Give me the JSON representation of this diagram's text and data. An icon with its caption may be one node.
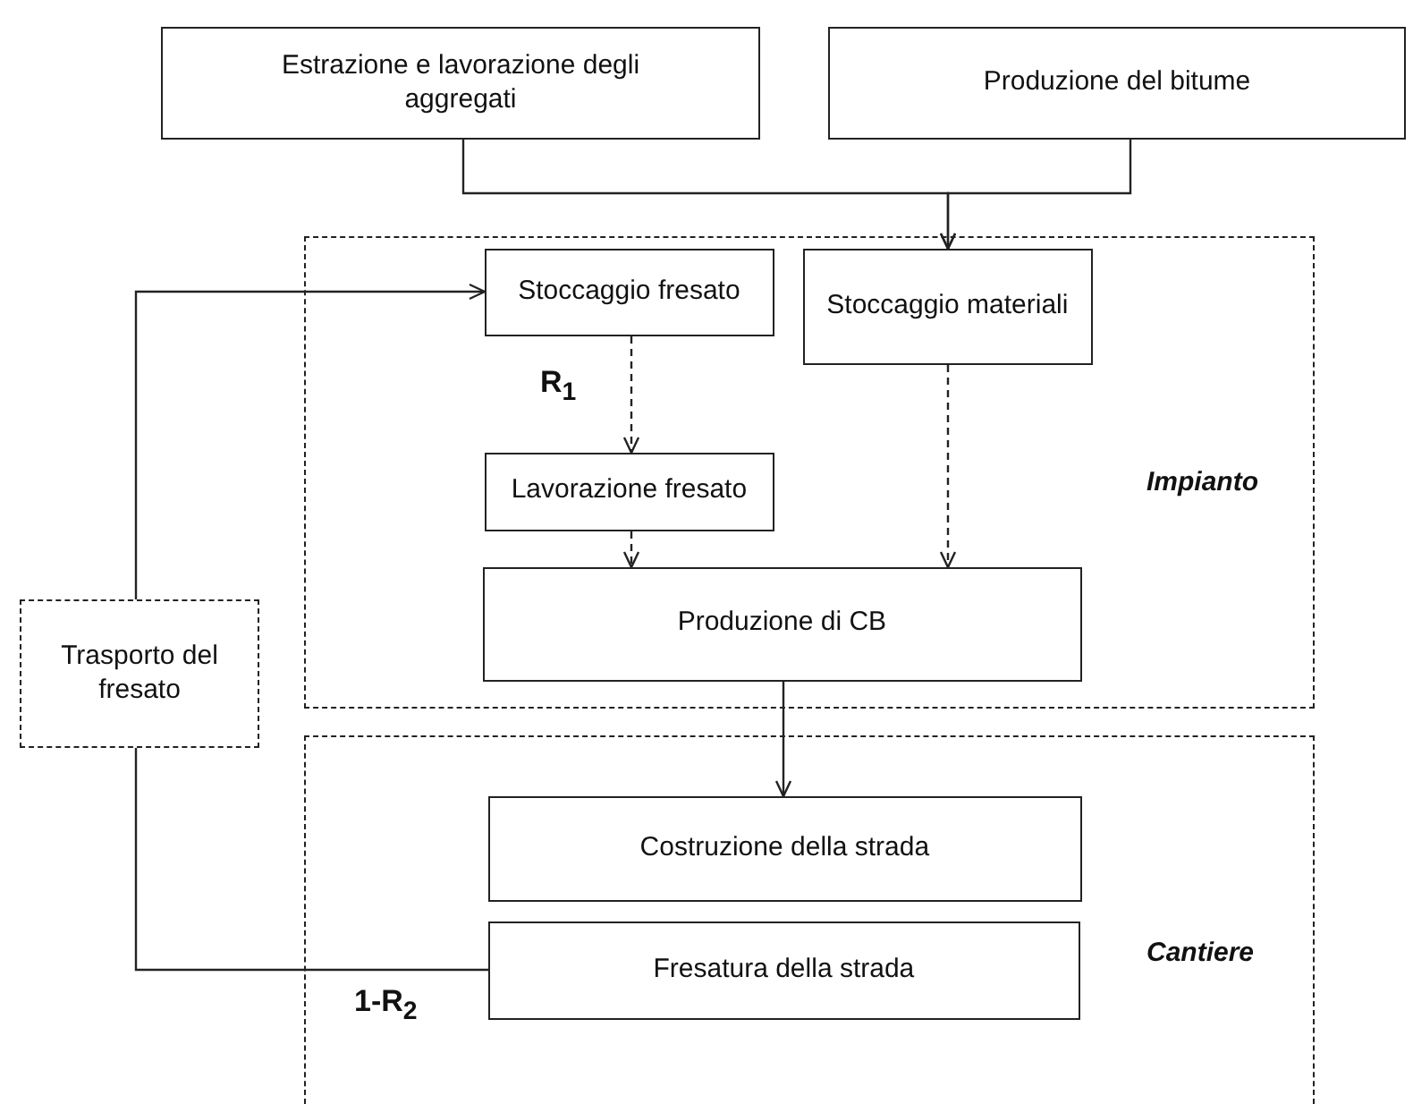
{
  "diagram": {
    "nodes": [
      {
        "text": [
          "Estrazione e lavorazione degli aggregati"
        ]
      },
      {
        "text": [
          "Produzione del bitume"
        ]
      },
      {
        "text": [
          "Impianto"
        ]
      },
      {
        "text": [
          "Stoccaggio fresato"
        ],
        "in": 2
      },
      {
        "text": [
          "Stoccaggio materiali"
        ],
        "in": 2
      },
      {
        "text": [
          "Lavorazione fresato"
        ],
        "in": 2
      },
      {
        "text": [
          "Produzione di CB"
        ],
        "in": 2
      },
      {
        "text": [
          "Cantiere"
        ]
      },
      {
        "text": [
          "Costruzione della strada"
        ],
        "in": 7
      },
      {
        "text": [
          "Fresatura della strada"
        ],
        "in": 7
      },
      {
        "text": [
          "Trasporto del fresato"
        ]
      }
    ],
    "edges": [
      {
        "from": 0,
        "to": 4,
        "arrow": "to"
      },
      {
        "from": 1,
        "to": 4,
        "arrow": "to"
      },
      {
        "from": 3,
        "to": 5,
        "arrow": "to",
        "style": "dashed",
        "label": "R$_{1}$"
      },
      {
        "from": 5,
        "to": 6,
        "arrow": "to",
        "style": "dashed"
      },
      {
        "from": 4,
        "to": 6,
        "arrow": "to",
        "style": "dashed"
      },
      {
        "from": 6,
        "to": 8,
        "arrow": "to"
      },
      {
        "from": 9,
        "to": 10,
        "arrow": "none",
        "label": "1-R$_{2}$"
      },
      {
        "from": 10,
        "to": 3,
        "arrow": "to"
      }
    ]
  }
}
